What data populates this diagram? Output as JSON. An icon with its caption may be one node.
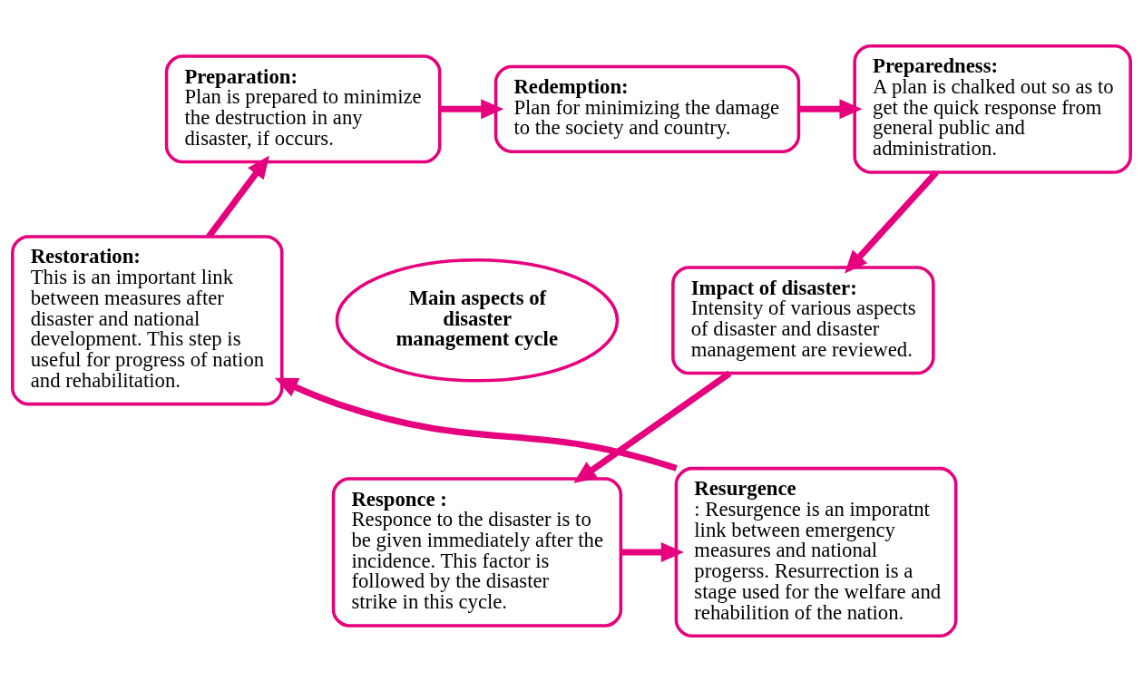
{
  "diagram": {
    "nodes": [
      {
        "text": [
          "Preparation:",
          "Plan is prepared to minimize the destruction in any disaster, if occurs."
        ]
      },
      {
        "text": [
          "Redemption:",
          "Plan for minimizing the damage to the society and country."
        ]
      },
      {
        "text": [
          "Preparedness:",
          "A plan is chalked out so as to get the quick response from general public and administration."
        ]
      },
      {
        "text": [
          "Restoration:",
          "This is an important link between measures after disaster and national development. This step is useful for progress of nation and rehabilitation."
        ]
      },
      {
        "text": [
          "Main aspects of disaster management cycle"
        ]
      },
      {
        "text": [
          "Impact of disaster:",
          "Intensity of various aspects of disaster and disaster management are reviewed."
        ]
      },
      {
        "text": [
          "Responce :",
          "Responce to the disaster is to be given immediately after the incidence. This factor is followed by the disaster strike in this cycle."
        ]
      },
      {
        "text": [
          "Resurgence",
          ": Resurgence is an imporatnt link between emergency measures and national progerss. Resurrection is a stage used for the welfare and rehabilition of the nation."
        ]
      }
    ],
    "edges": [
      {
        "from": 0,
        "to": 1,
        "arrow": "to"
      },
      {
        "from": 1,
        "to": 2,
        "arrow": "to"
      },
      {
        "from": 2,
        "to": 5,
        "arrow": "to"
      },
      {
        "from": 5,
        "to": 6,
        "arrow": "to"
      },
      {
        "from": 6,
        "to": 7,
        "arrow": "to"
      },
      {
        "from": 7,
        "to": 3,
        "arrow": "to"
      },
      {
        "from": 3,
        "to": 0,
        "arrow": "to"
      }
    ]
  }
}
